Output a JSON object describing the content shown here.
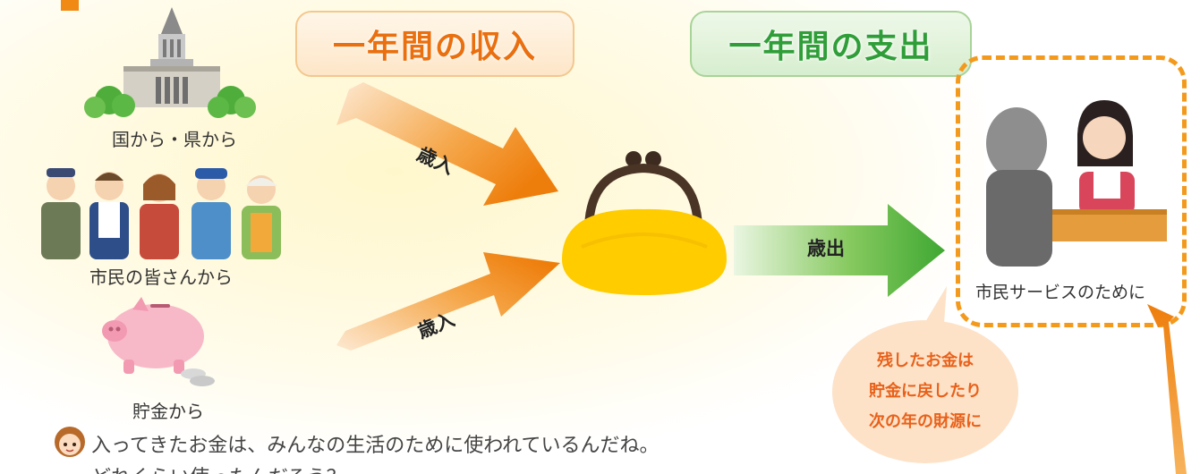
{
  "header": {
    "income_title": "一年間の収入",
    "expense_title": "一年間の支出"
  },
  "sources": {
    "national_prefectural": "国から・県から",
    "citizens": "市民の皆さんから",
    "savings": "貯金から"
  },
  "flows": {
    "revenue_upper": "歳入",
    "revenue_lower": "歳入",
    "expenditure": "歳出"
  },
  "destination": {
    "label": "市民サービスのために"
  },
  "bubble": {
    "line1": "残したお金は",
    "line2": "貯金に戻したり",
    "line3": "次の年の財源に"
  },
  "note": {
    "line1": "入ってきたお金は、みんなの生活のために使われているんだね。",
    "line2": "どれくらい使ったんだろう？"
  },
  "colors": {
    "income_accent": "#ea6f0e",
    "expense_accent": "#2f9e38",
    "arrow_orange": "#f08a14",
    "arrow_green": "#4cad2e",
    "purse": "#ffcc00",
    "dashed_border": "#f39a1c"
  },
  "icons": [
    "capitol-building-icon",
    "citizens-group-icon",
    "piggy-bank-icon",
    "coin-purse-icon",
    "service-counter-icon",
    "child-face-icon"
  ]
}
